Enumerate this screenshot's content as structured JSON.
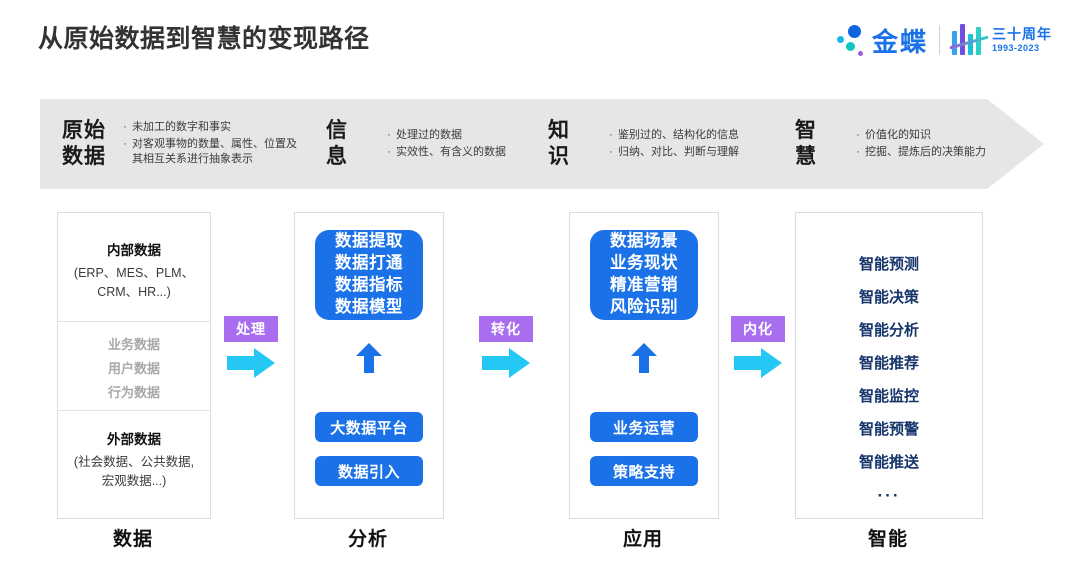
{
  "header": {
    "title": "从原始数据到智慧的变现路径",
    "logo": {
      "brand": "金蝶",
      "anniversary_cn": "三十周年",
      "anniversary_years": "1993-2023"
    }
  },
  "banner": {
    "segments": [
      {
        "title": "原始\n数据",
        "title_line1": "原始",
        "title_line2": "数据",
        "bullets": [
          "未加工的数字和事实",
          "对客观事物的数量、属性、位置及其相互关系进行抽象表示"
        ]
      },
      {
        "title_line1": "信",
        "title_line2": "息",
        "bullets": [
          "处理过的数据",
          "实效性、有含义的数据"
        ]
      },
      {
        "title_line1": "知",
        "title_line2": "识",
        "bullets": [
          "鉴别过的、结构化的信息",
          "归纳、对比、判断与理解"
        ]
      },
      {
        "title_line1": "智",
        "title_line2": "慧",
        "bullets": [
          "价值化的知识",
          "挖掘、提炼后的决策能力"
        ]
      }
    ],
    "bullet_glyph": "·"
  },
  "columns": [
    {
      "label": "数据",
      "internal_title": "内部数据",
      "internal_sub": "(ERP、MES、PLM、\nCRM、HR...)",
      "internal_sub_line1": "(ERP、MES、PLM、",
      "internal_sub_line2": "CRM、HR...)",
      "middle_items": [
        "业务数据",
        "用户数据",
        "行为数据"
      ],
      "external_title": "外部数据",
      "external_sub_line1": "(社会数据、公共数据,",
      "external_sub_line2": "宏观数据...)"
    },
    {
      "label": "分析",
      "card_lines": [
        "数据提取",
        "数据打通",
        "数据指标",
        "数据模型"
      ],
      "pills": [
        "大数据平台",
        "数据引入"
      ]
    },
    {
      "label": "应用",
      "card_lines": [
        "数据场景",
        "业务现状",
        "精准营销",
        "风险识别"
      ],
      "pills": [
        "业务运营",
        "策略支持"
      ]
    },
    {
      "label": "智能",
      "items": [
        "智能预测",
        "智能决策",
        "智能分析",
        "智能推荐",
        "智能监控",
        "智能预警",
        "智能推送"
      ],
      "ellipsis": "···"
    }
  ],
  "connectors": [
    {
      "label": "处理"
    },
    {
      "label": "转化"
    },
    {
      "label": "内化"
    }
  ],
  "colors": {
    "brand_blue": "#1b72e8",
    "accent_cyan": "#25c8f5",
    "accent_purple": "#a96ef0",
    "banner_gray": "#e6e6e6",
    "smart_navy": "#16356b"
  }
}
